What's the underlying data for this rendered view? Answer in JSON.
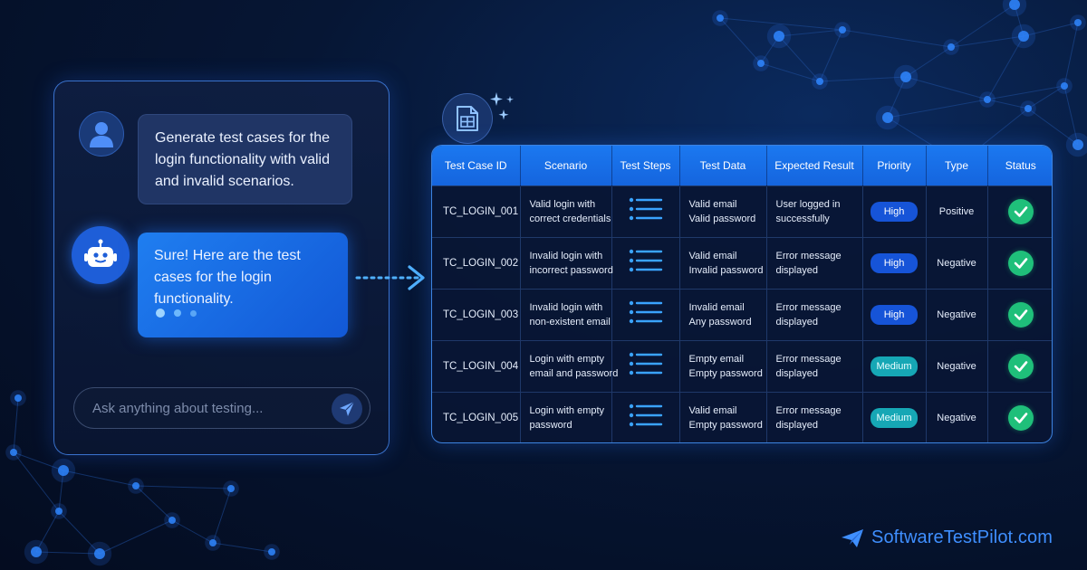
{
  "chat": {
    "user_message": "Generate test cases for the login functionality with valid and invalid scenarios.",
    "bot_message": "Sure! Here are the test cases for the login functionality.",
    "input_placeholder": "Ask anything about testing..."
  },
  "table": {
    "headers": [
      "Test Case ID",
      "Scenario",
      "Test Steps",
      "Test Data",
      "Expected Result",
      "Priority",
      "Type",
      "Status"
    ],
    "rows": [
      {
        "id": "TC_LOGIN_001",
        "scenario": [
          "Valid login with",
          "correct credentials"
        ],
        "test_data": [
          "Valid email",
          "Valid password"
        ],
        "expected": [
          "User logged in",
          "successfully"
        ],
        "priority": "High",
        "type": "Positive",
        "status": "passed"
      },
      {
        "id": "TC_LOGIN_002",
        "scenario": [
          "Invalid login with",
          "incorrect password"
        ],
        "test_data": [
          "Valid email",
          "Invalid password"
        ],
        "expected": [
          "Error message",
          "displayed"
        ],
        "priority": "High",
        "type": "Negative",
        "status": "passed"
      },
      {
        "id": "TC_LOGIN_003",
        "scenario": [
          "Invalid login with",
          "non-existent email"
        ],
        "test_data": [
          "Invalid email",
          "Any password"
        ],
        "expected": [
          "Error message",
          "displayed"
        ],
        "priority": "High",
        "type": "Negative",
        "status": "passed"
      },
      {
        "id": "TC_LOGIN_004",
        "scenario": [
          "Login with empty",
          "email and password"
        ],
        "test_data": [
          "Empty email",
          "Empty password"
        ],
        "expected": [
          "Error message",
          "displayed"
        ],
        "priority": "Medium",
        "type": "Negative",
        "status": "passed"
      },
      {
        "id": "TC_LOGIN_005",
        "scenario": [
          "Login with empty",
          "password"
        ],
        "test_data": [
          "Valid email",
          "Empty password"
        ],
        "expected": [
          "Error message",
          "displayed"
        ],
        "priority": "Medium",
        "type": "Negative",
        "status": "passed"
      }
    ]
  },
  "brand": {
    "name": "SoftwareTestPilot.com"
  },
  "icons": {
    "user_avatar": "user-icon",
    "bot_avatar": "robot-icon",
    "send": "send-icon",
    "arrow": "dotted-arrow-icon",
    "sheet": "spreadsheet-icon",
    "steps": "list-icon",
    "status": "check-icon",
    "brand": "paper-plane-icon"
  },
  "colors": {
    "accent": "#1b78f0",
    "priority_high": "#1654d8",
    "priority_medium": "#16a7b5",
    "status_pass": "#1fbf7a",
    "brand_text": "#3f8fff"
  }
}
